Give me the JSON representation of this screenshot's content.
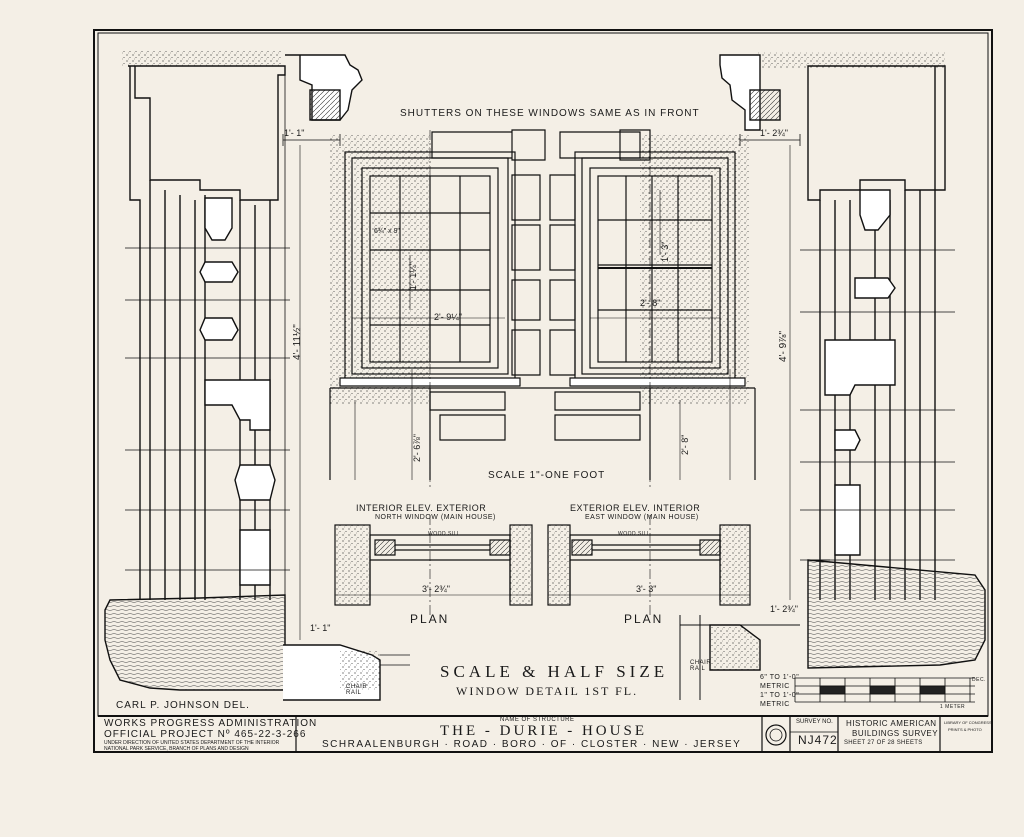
{
  "notes": {
    "shutters": "SHUTTERS ON THESE WINDOWS SAME AS IN FRONT",
    "scale_one_foot": "SCALE 1\"-ONE FOOT",
    "scale_half_size": "SCALE & HALF SIZE",
    "window_detail": "WINDOW DETAIL 1ST FL.",
    "delineator": "CARL P. JOHNSON DEL."
  },
  "elevations": {
    "left_caption_1": "INTERIOR  ELEV.  EXTERIOR",
    "left_caption_2": "NORTH WINDOW (MAIN HOUSE)",
    "right_caption_1": "EXTERIOR  ELEV.  INTERIOR",
    "right_caption_2": "EAST WINDOW (MAIN HOUSE)",
    "plan_left": "PLAN",
    "plan_right": "PLAN",
    "wood_sill_left": "WOOD SILL",
    "wood_sill_right": "WOOD SILL"
  },
  "dimensions": {
    "left_height": "4'- 11½\"",
    "right_height": "4'- 9⅞\"",
    "left_top": "1'- 1\"",
    "right_top": "1'- 2¾\"",
    "left_bottom": "1'- 1\"",
    "right_bottom": "1'- 2¾\"",
    "north_sash_width": "2'- 9¼\"",
    "east_sash_width": "2'- 8\"",
    "north_sash_height": "1'- 1¼\"",
    "east_sash_height": "1'- 3\"",
    "north_sill_height": "2'- 6⅞\"",
    "east_sill_height": "2'- 8\"",
    "north_plan_width": "3'- 2¾\"",
    "east_plan_width": "3'- 3\"",
    "pane_size": "6¾\" x 9\"",
    "chair_rail_left": "CHAIR RAIL",
    "chair_rail_right": "CHAIR RAIL"
  },
  "scale_bar": {
    "row1": "6\" TO 1'-0\"",
    "row2": "METRIC",
    "row3": "1\" TO 1'-0\"",
    "row4": "METRIC",
    "dec": "DEC.",
    "meter": "1 METER"
  },
  "title_block": {
    "agency_1": "WORKS PROGRESS ADMINISTRATION",
    "agency_2": "OFFICIAL PROJECT Nº 465-22-3-266",
    "agency_3": "UNDER DIRECTION OF UNITED STATES DEPARTMENT OF THE INTERIOR",
    "agency_4": "NATIONAL PARK SERVICE, BRANCH OF PLANS AND DESIGN",
    "name_label": "NAME OF STRUCTURE",
    "structure_name": "THE - DURIE - HOUSE",
    "location": "SCHRAALENBURGH · ROAD · BORO · OF · CLOSTER · NEW · JERSEY",
    "survey_label": "SURVEY NO.",
    "survey_no": "NJ472",
    "habs_1": "HISTORIC AMERICAN",
    "habs_2": "BUILDINGS SURVEY",
    "sheet": "SHEET 27 OF 28 SHEETS",
    "loc_1": "LIBRARY OF CONGRESS",
    "loc_2": "PRINTS & PHOTO"
  }
}
